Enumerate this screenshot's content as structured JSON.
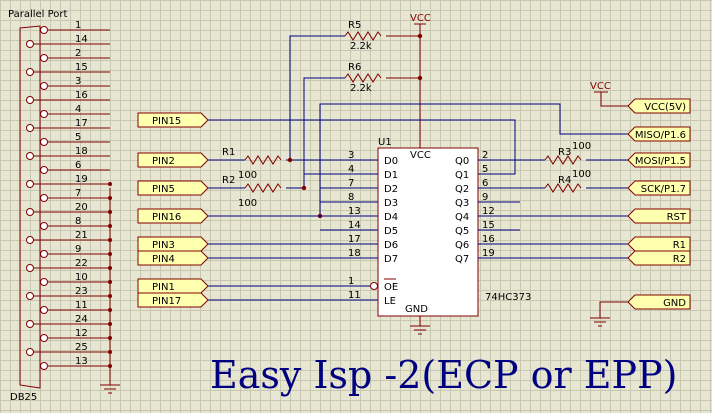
{
  "connector": {
    "title": "Parallel Port",
    "name": "DB25",
    "pins": [
      "1",
      "14",
      "2",
      "15",
      "3",
      "16",
      "4",
      "17",
      "5",
      "18",
      "6",
      "19",
      "7",
      "20",
      "8",
      "21",
      "9",
      "22",
      "10",
      "23",
      "11",
      "24",
      "12",
      "25",
      "13"
    ]
  },
  "vcc": {
    "label": "VCC"
  },
  "resistors": {
    "r5": {
      "ref": "R5",
      "value": "2.2k"
    },
    "r6": {
      "ref": "R6",
      "value": "2.2k"
    },
    "r1": {
      "ref": "R1",
      "value": "100"
    },
    "r2": {
      "ref": "R2",
      "value": "100"
    },
    "r3": {
      "ref": "R3",
      "value": "100"
    },
    "r4": {
      "ref": "R4",
      "value": "100"
    }
  },
  "chip": {
    "ref": "U1",
    "part": "74HC373",
    "vcc": "VCC",
    "gnd": "GND",
    "left_pins": [
      {
        "name": "D0",
        "num": "3"
      },
      {
        "name": "D1",
        "num": "4"
      },
      {
        "name": "D2",
        "num": "7"
      },
      {
        "name": "D3",
        "num": "8"
      },
      {
        "name": "D4",
        "num": "13"
      },
      {
        "name": "D5",
        "num": "14"
      },
      {
        "name": "D6",
        "num": "17"
      },
      {
        "name": "D7",
        "num": "18"
      },
      {
        "name": "OE",
        "num": "1"
      },
      {
        "name": "LE",
        "num": "11"
      }
    ],
    "right_pins": [
      {
        "name": "Q0",
        "num": "2"
      },
      {
        "name": "Q1",
        "num": "5"
      },
      {
        "name": "Q2",
        "num": "6"
      },
      {
        "name": "Q3",
        "num": "9"
      },
      {
        "name": "Q4",
        "num": "12"
      },
      {
        "name": "Q5",
        "num": "15"
      },
      {
        "name": "Q6",
        "num": "16"
      },
      {
        "name": "Q7",
        "num": "19"
      }
    ]
  },
  "left_ports": [
    "PIN15",
    "PIN2",
    "PIN5",
    "PIN16",
    "PIN3",
    "PIN4",
    "PIN1",
    "PIN17"
  ],
  "right_ports": [
    "VCC(5V)",
    "MISO/P1.6",
    "MOSI/P1.5",
    "SCK/P1.7",
    "RST",
    "R1",
    "R2",
    "GND"
  ],
  "title": "Easy Isp -2(ECP or EPP)"
}
